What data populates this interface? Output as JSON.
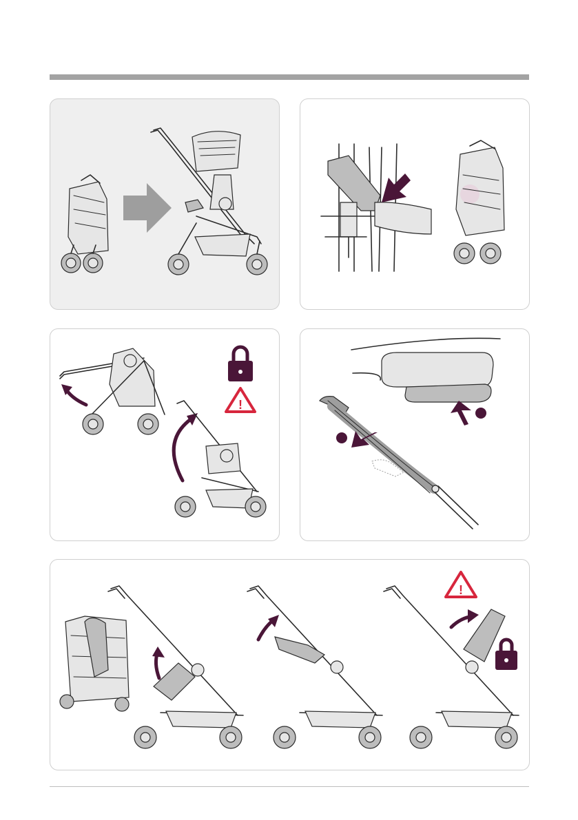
{
  "page": {
    "background": "#ffffff",
    "rule_color": "#a3a3a3"
  },
  "colors": {
    "accent": "#4a1638",
    "warning": "#d7263d",
    "panel_bg": "#efefef",
    "arrow_gray": "#9e9e9e"
  },
  "icons": {
    "lock": "lock-icon",
    "warning": "warning-triangle-icon",
    "arrow": "direction-arrow-icon"
  },
  "warning_mark": "!",
  "panels": [
    {
      "id": "step-1",
      "depicts": "folded-to-unfolded"
    },
    {
      "id": "step-2",
      "depicts": "release-handle"
    },
    {
      "id": "step-3",
      "depicts": "lift-handlebar"
    },
    {
      "id": "step-4",
      "depicts": "press-buttons"
    },
    {
      "id": "step-5",
      "depicts": "raise-seat"
    }
  ]
}
